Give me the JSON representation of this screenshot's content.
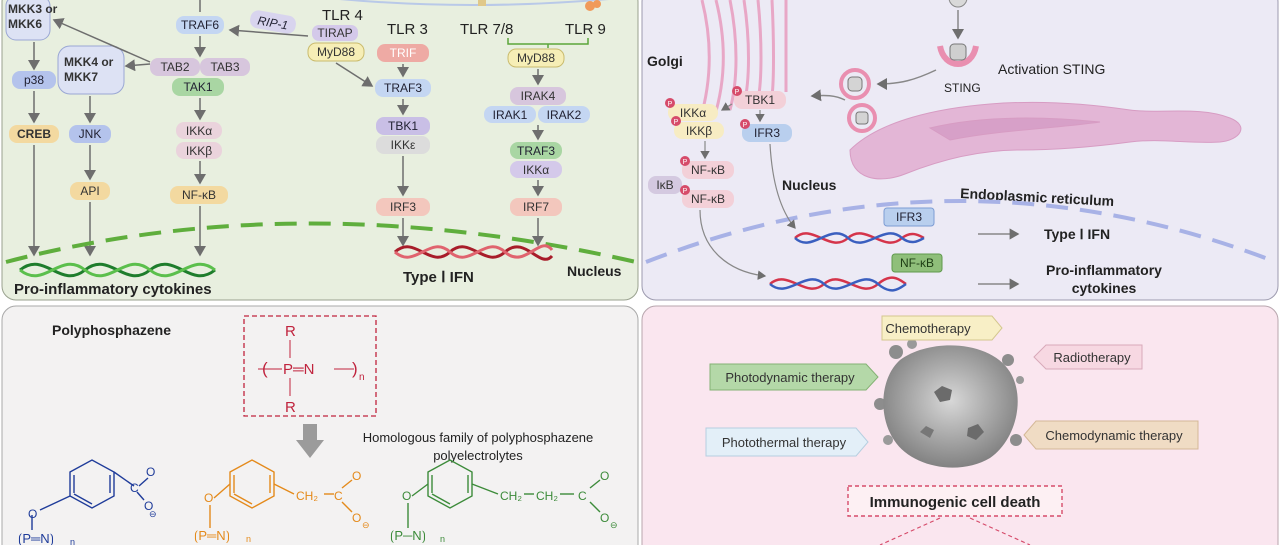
{
  "panel_tl": {
    "nucleus_label": "Nucleus",
    "output_label": "Pro-inflammatory cytokines",
    "type1_label": "Type Ⅰ IFN",
    "receptors": {
      "tlr4": "TLR 4",
      "tlr3": "TLR 3",
      "tlr78": "TLR 7/8",
      "tlr9": "TLR 9"
    },
    "nodes": {
      "mkk36": "MKK3 or\nMKK6",
      "mkk47": "MKK4 or\nMKK7",
      "p38": "p38",
      "creb": "CREB",
      "jnk": "JNK",
      "api": "API",
      "traf6": "TRAF6",
      "rip1": "RIP-1",
      "tab2": "TAB2",
      "tab3": "TAB3",
      "tak1": "TAK1",
      "ikka_l": "IKKα",
      "ikkb_l": "IKKβ",
      "nfkb_l": "NF-κB",
      "tirap": "TIRAP",
      "myd88_l": "MyD88",
      "trif": "TRIF",
      "traf3_c": "TRAF3",
      "tbk1_c": "TBK1",
      "ikke": "IKKε",
      "irf3_c": "IRF3",
      "myd88_r": "MyD88",
      "irak4": "IRAK4",
      "irak1": "IRAK1",
      "irak2": "IRAK2",
      "traf3_r": "TRAF3",
      "ikka_r": "IKKα",
      "irf7": "IRF7"
    }
  },
  "panel_tr": {
    "golgi": "Golgi",
    "activation": "Activation STING",
    "sting": "STING",
    "nucleus": "Nucleus",
    "er": "Endoplasmic reticulum",
    "ikka": "IKKα",
    "ikkb": "IKKβ",
    "tbk1": "TBK1",
    "ifr3_top": "IFR3",
    "nfkb1": "NF-κB",
    "ikb": "IκB",
    "nfkb2": "NF-κB",
    "phospho": "P",
    "ifr3_dna": "IFR3",
    "nfkb_dna": "NF-κB",
    "type1": "Type Ⅰ IFN",
    "proinf_1": "Pro-inflammatory",
    "proinf_2": "cytokines"
  },
  "panel_bl": {
    "title": "Polyphosphazene",
    "structure": {
      "r_top": "R",
      "r_bottom": "R",
      "backbone": "P═N",
      "subscript": "n"
    },
    "homologous_1": "Homologous family of polyphosphazene",
    "homologous_2": "polyelectrolytes",
    "subscript": "n"
  },
  "panel_br": {
    "chemotherapy": "Chemotherapy",
    "radiotherapy": "Radiotherapy",
    "photodynamic": "Photodynamic therapy",
    "photothermal": "Photothermal therapy",
    "chemodynamic": "Chemodynamic therapy",
    "icd": "Immunogenic cell death"
  },
  "colors": {
    "panel_tl_bg": "#e8efdf",
    "panel_tr_bg": "#eceaf5",
    "panel_bl_bg": "#f3f2f2",
    "panel_br_bg": "#fae6ef",
    "red": "#c0243e",
    "blue_chem": "#1f3c9a",
    "orange_chem": "#e48a1b",
    "green_chem": "#3c8b3a"
  }
}
